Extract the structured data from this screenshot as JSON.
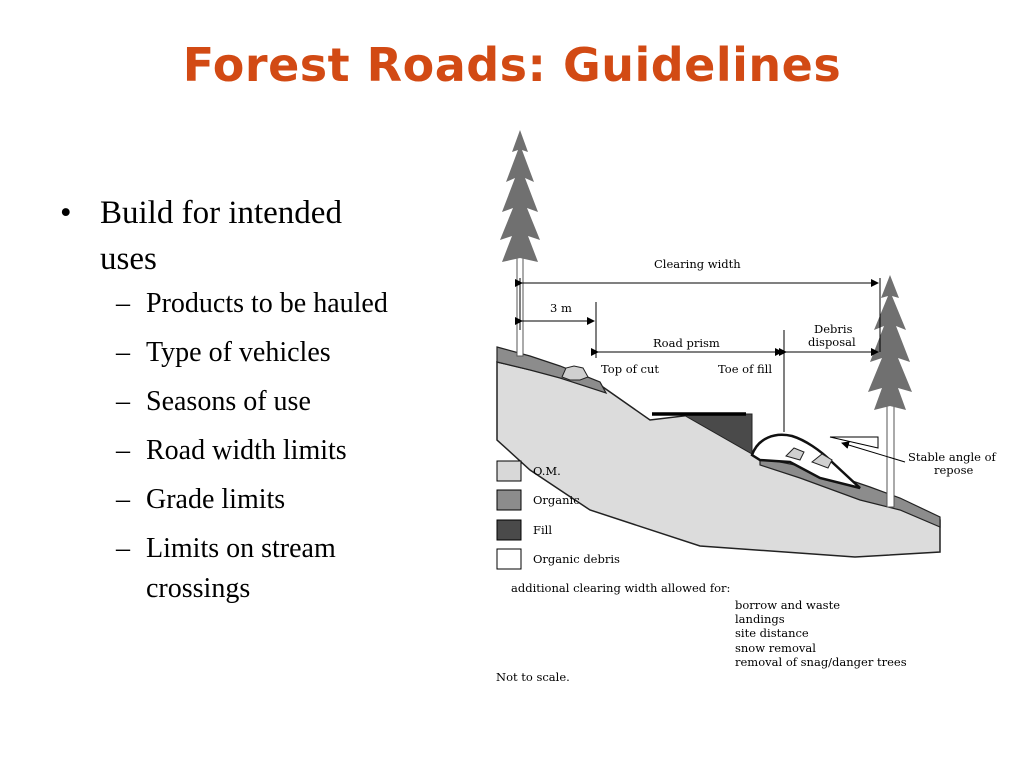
{
  "slide": {
    "title": "Forest Roads: Guidelines",
    "bullet": {
      "text_line1": "Build for intended",
      "text_line2": "uses",
      "subitems": [
        {
          "line1": "Products to be hauled",
          "line2": ""
        },
        {
          "line1": "Type of vehicles",
          "line2": ""
        },
        {
          "line1": "Seasons of use",
          "line2": ""
        },
        {
          "line1": "Road width limits",
          "line2": ""
        },
        {
          "line1": "Grade limits",
          "line2": ""
        },
        {
          "line1": "Limits on stream",
          "line2": "crossings"
        }
      ]
    }
  },
  "diagram": {
    "labels": {
      "clearing_width": "Clearing width",
      "three_m": "3 m",
      "road_prism": "Road prism",
      "debris_line1": "Debris",
      "debris_line2": "disposal",
      "top_of_cut": "Top of cut",
      "toe_of_fill": "Toe of fill",
      "stable_line1": "Stable angle of",
      "stable_line2": "repose"
    },
    "legend": [
      {
        "label": "O.M.",
        "color": "#d8d8d8"
      },
      {
        "label": "Organic",
        "color": "#8c8c8c"
      },
      {
        "label": "Fill",
        "color": "#4a4a4a"
      },
      {
        "label": "Organic debris",
        "color": "#ffffff"
      }
    ],
    "notes": {
      "additional": "additional clearing width allowed for:",
      "items": [
        "borrow and waste",
        "landings",
        "site distance",
        "snow removal",
        "removal of snag/danger trees"
      ],
      "not_to_scale": "Not to scale."
    },
    "colors": {
      "title": "#d24a14",
      "tree": "#707070",
      "ground": "#dcdcdc",
      "organic": "#8c8c8c",
      "fill": "#4a4a4a"
    }
  }
}
